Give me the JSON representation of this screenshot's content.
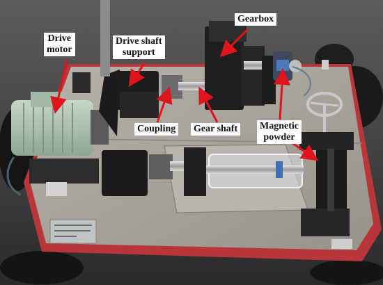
{
  "labels": {
    "drive_motor": [
      "Drive",
      "motor"
    ],
    "drive_shaft_support": [
      "Drive shaft",
      "support"
    ],
    "gearbox": "Gearbox",
    "coupling": "Coupling",
    "gear_shaft": "Gear shaft",
    "magnetic_powder": [
      "Magnetic",
      "powder"
    ]
  },
  "colors": {
    "arrow": "#e0141c",
    "table_edge": "#b8353a",
    "plate": "#a9a49a",
    "motor": "#a9bfae",
    "background": "#3a3a3a"
  }
}
